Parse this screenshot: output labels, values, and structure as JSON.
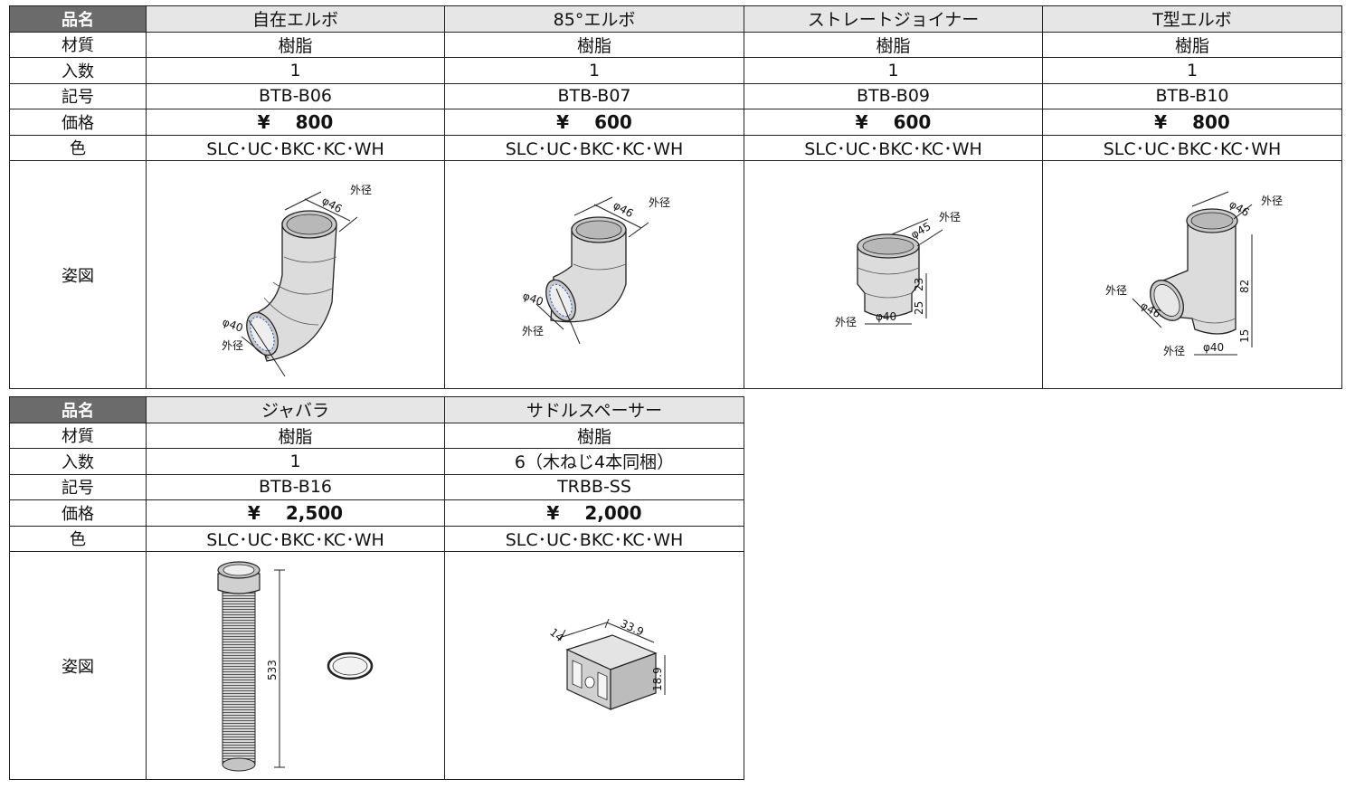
{
  "labels": {
    "name": "品名",
    "material": "材質",
    "quantity": "入数",
    "code": "記号",
    "price": "価格",
    "color": "色",
    "figure": "姿図"
  },
  "yen": "¥",
  "dim_labels": {
    "outer": "外径",
    "d46": "φ46",
    "d40": "φ40",
    "d45": "φ45",
    "n23": "23",
    "n25": "25",
    "n82": "82",
    "n15": "15",
    "n533": "533",
    "n14": "14",
    "n339": "33.9",
    "n189": "18.9"
  },
  "table1": {
    "products": [
      {
        "name": "自在エルボ",
        "material": "樹脂",
        "quantity": "1",
        "code": "BTB-B06",
        "price": "800",
        "colors": "SLC･UC･BKC･KC･WH"
      },
      {
        "name": "85°エルボ",
        "material": "樹脂",
        "quantity": "1",
        "code": "BTB-B07",
        "price": "600",
        "colors": "SLC･UC･BKC･KC･WH"
      },
      {
        "name": "ストレートジョイナー",
        "material": "樹脂",
        "quantity": "1",
        "code": "BTB-B09",
        "price": "600",
        "colors": "SLC･UC･BKC･KC･WH"
      },
      {
        "name": "T型エルボ",
        "material": "樹脂",
        "quantity": "1",
        "code": "BTB-B10",
        "price": "800",
        "colors": "SLC･UC･BKC･KC･WH"
      }
    ]
  },
  "table2": {
    "products": [
      {
        "name": "ジャバラ",
        "material": "樹脂",
        "quantity": "1",
        "code": "BTB-B16",
        "price": "2,500",
        "colors": "SLC･UC･BKC･KC･WH"
      },
      {
        "name": "サドルスペーサー",
        "material": "樹脂",
        "quantity": "6（木ねじ4本同梱）",
        "code": "TRBB-SS",
        "price": "2,000",
        "colors": "SLC･UC･BKC･KC･WH"
      }
    ]
  }
}
